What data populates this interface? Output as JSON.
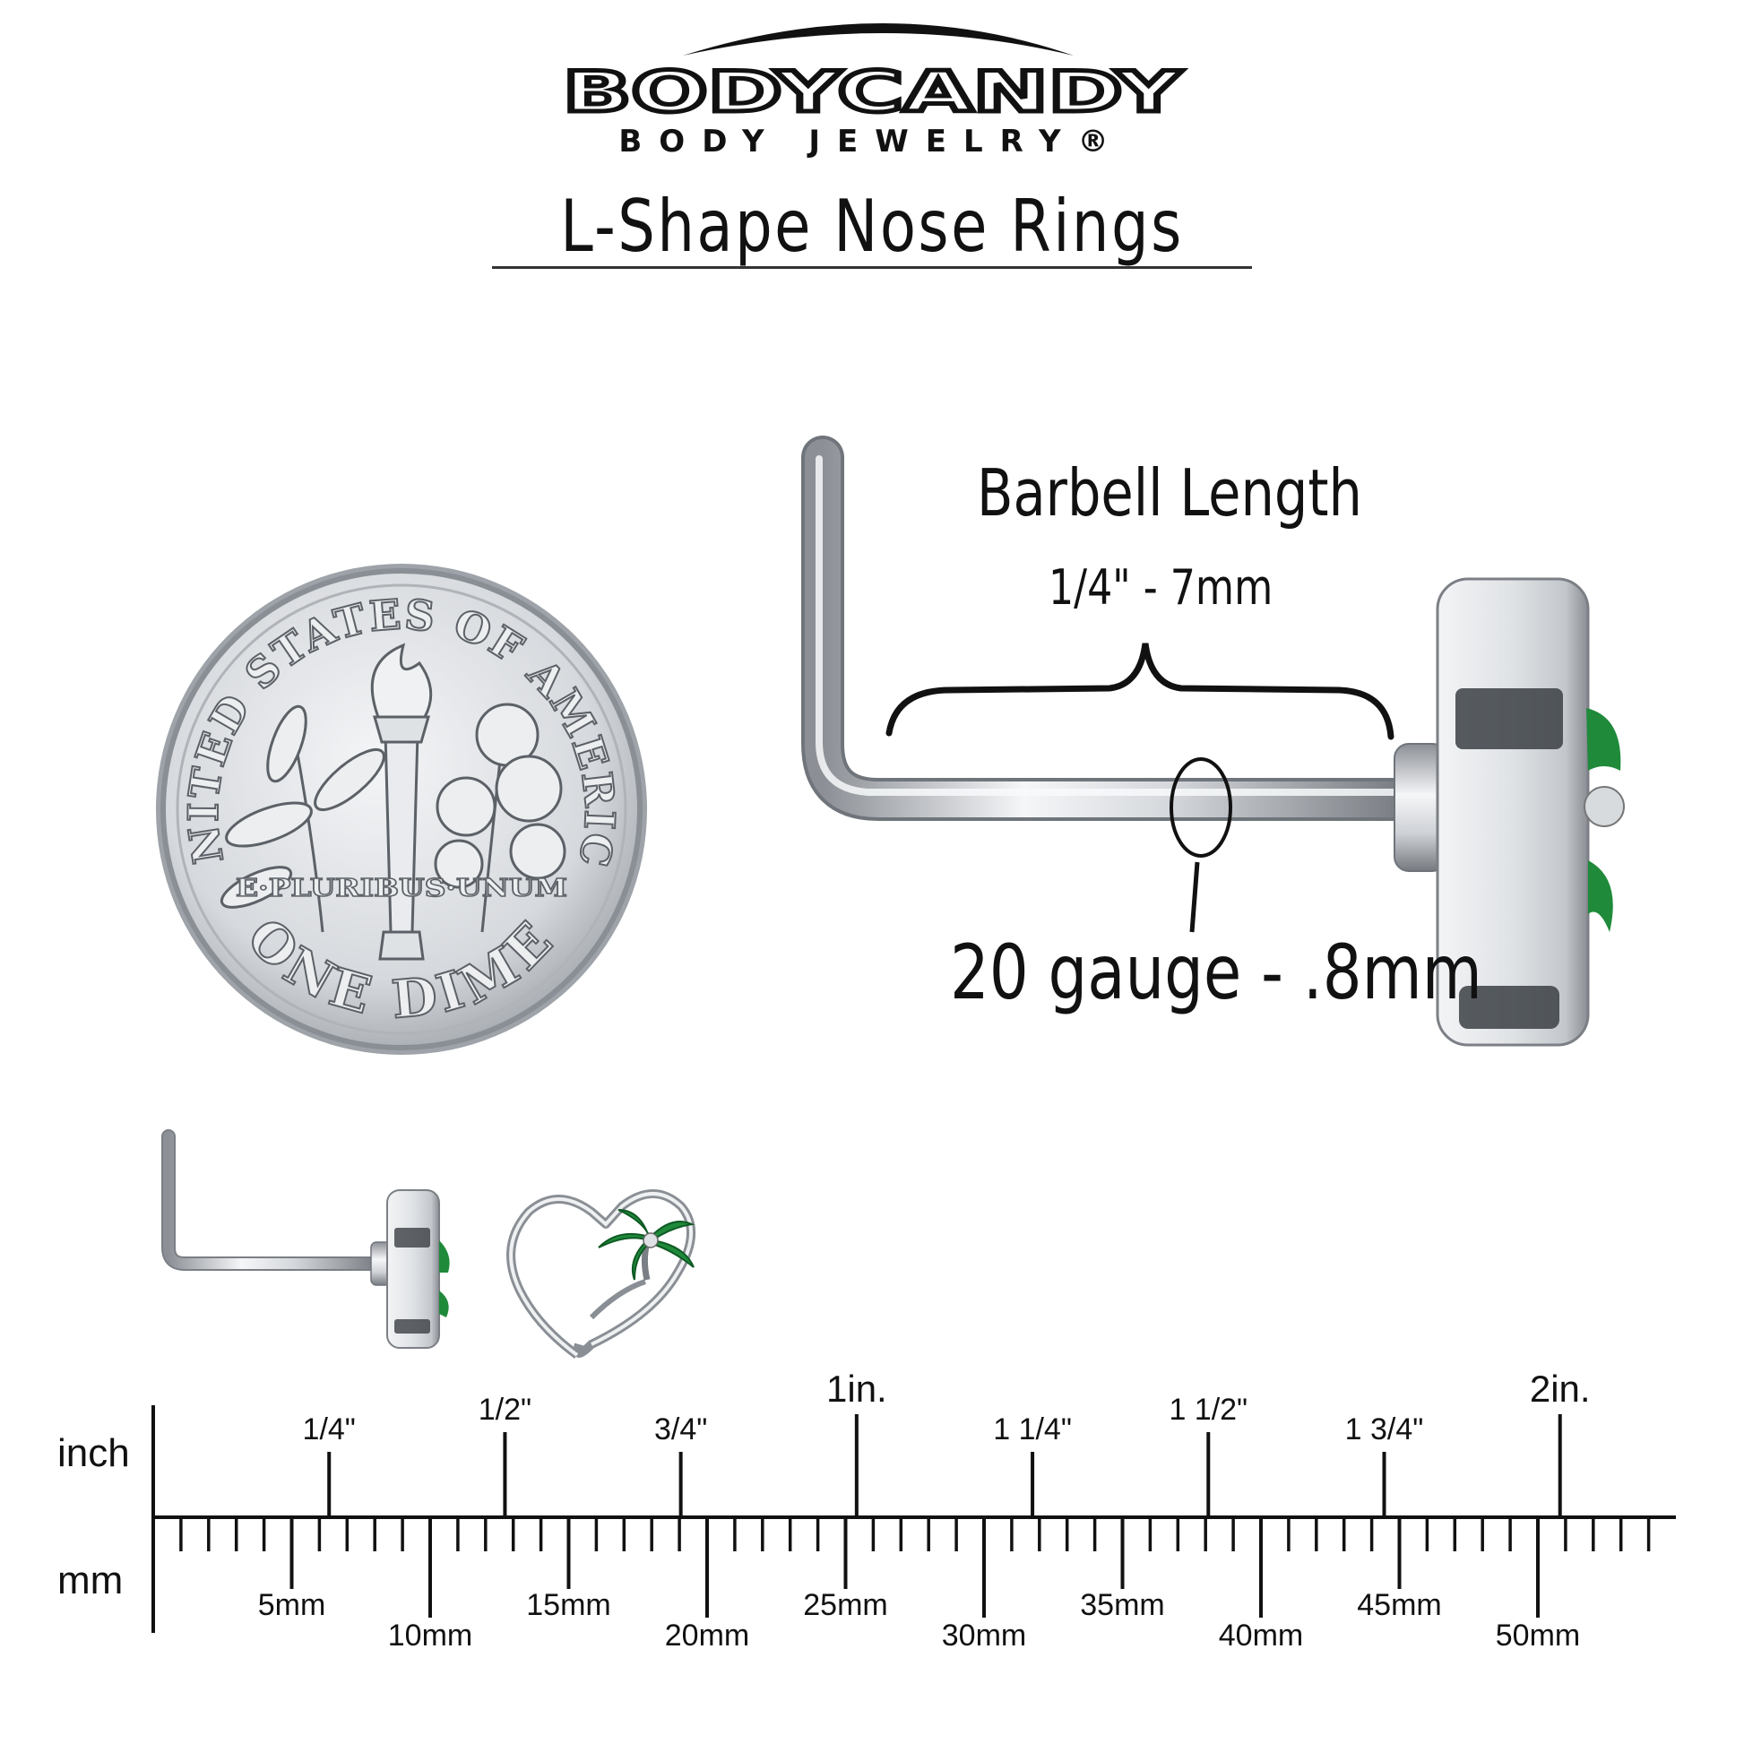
{
  "brand": {
    "logo_text": "BODYCANDY",
    "subtitle": "BODY JEWELRY®"
  },
  "title": "L-Shape Nose Rings",
  "annotations": {
    "barbell_length_label": "Barbell Length",
    "barbell_length_value": "1/4\" - 7mm",
    "gauge_label": "20 gauge - .8mm"
  },
  "coin": {
    "top_text": "UNITED STATES OF AMERICA",
    "motto": "E·PLURIBUS·UNUM",
    "bottom_text": "ONE DIME"
  },
  "ruler": {
    "inch_label": "inch",
    "mm_label": "mm",
    "inch_marks": [
      "1/4\"",
      "1/2\"",
      "3/4\"",
      "1in.",
      "1 1/4\"",
      "1 1/2\"",
      "1 3/4\"",
      "2in."
    ],
    "mm_marks": [
      "5mm",
      "10mm",
      "15mm",
      "20mm",
      "25mm",
      "30mm",
      "35mm",
      "40mm",
      "45mm",
      "50mm"
    ]
  },
  "colors": {
    "ink": "#111111",
    "metal_light": "#f2f4f6",
    "metal_dark": "#7d8288",
    "leaf_green": "#1f8a3a"
  }
}
